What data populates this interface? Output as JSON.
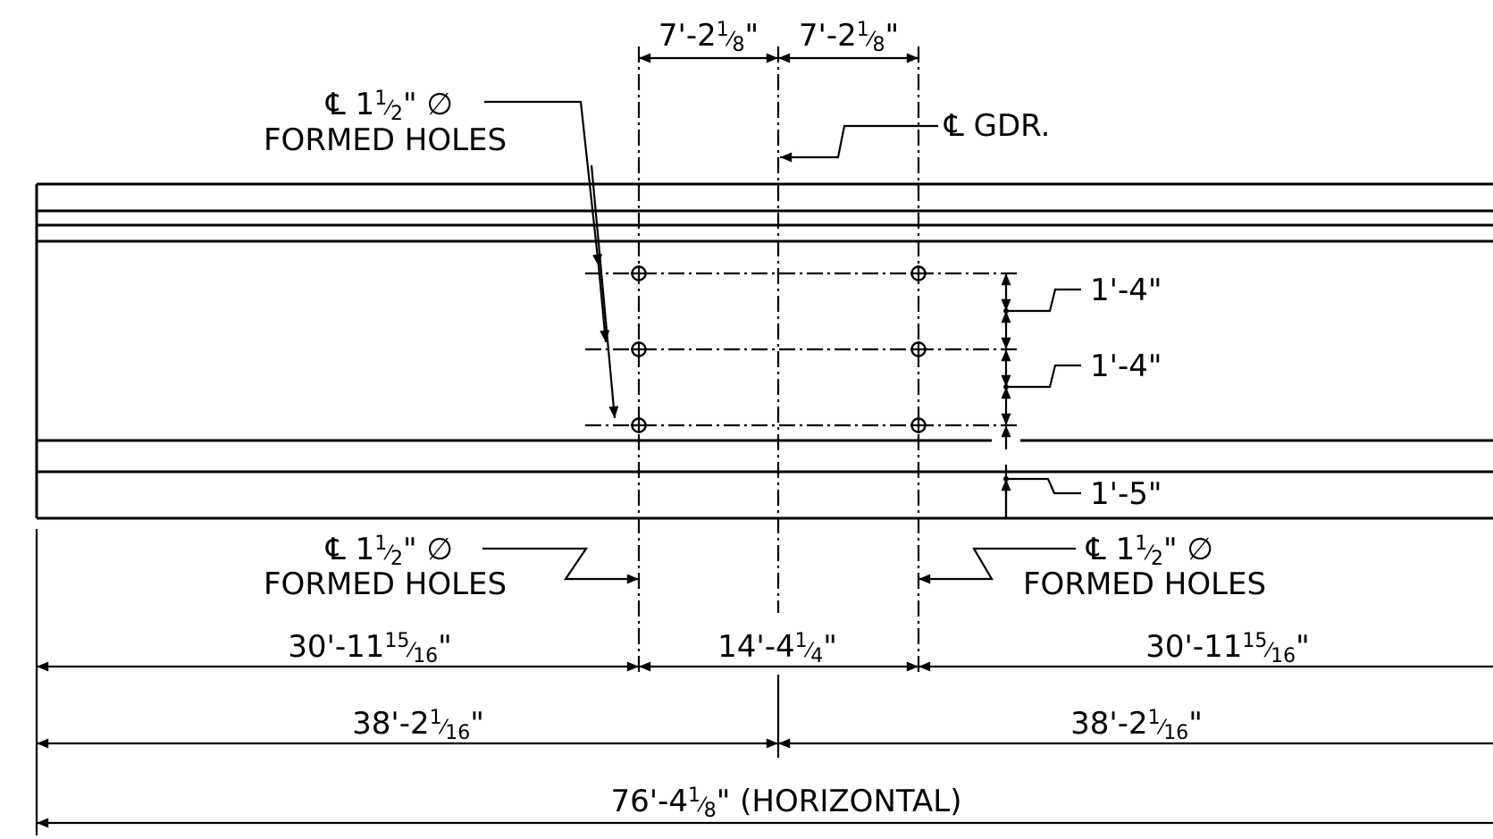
{
  "top_dims": {
    "left": {
      "base": "7'-2",
      "frac_num": "1",
      "frac_den": "8",
      "suffix": "\""
    },
    "right": {
      "base": "7'-2",
      "frac_num": "1",
      "frac_den": "8",
      "suffix": "\""
    }
  },
  "callouts": {
    "cl_symbol": "℄",
    "top_left": {
      "size_base": " 1",
      "frac_num": "1",
      "frac_den": "2",
      "size_suffix": "\" ∅",
      "line2": "FORMED HOLES"
    },
    "gdr": {
      "text": " GDR."
    },
    "bottom_left": {
      "size_base": " 1",
      "frac_num": "1",
      "frac_den": "2",
      "size_suffix": "\" ∅",
      "line2": "FORMED HOLES"
    },
    "bottom_right": {
      "size_base": " 1",
      "frac_num": "1",
      "frac_den": "2",
      "size_suffix": "\" ∅",
      "line2": "FORMED HOLES"
    }
  },
  "vertical_dims": [
    "1'-4\"",
    "1'-4\"",
    "1'-5\""
  ],
  "row1": {
    "left": {
      "base": "30'-11",
      "frac_num": "15",
      "frac_den": "16",
      "suffix": "\""
    },
    "middle": {
      "base": "14'-4",
      "frac_num": "1",
      "frac_den": "4",
      "suffix": "\""
    },
    "right": {
      "base": "30'-11",
      "frac_num": "15",
      "frac_den": "16",
      "suffix": "\""
    }
  },
  "row2": {
    "left": {
      "base": "38'-2",
      "frac_num": "1",
      "frac_den": "16",
      "suffix": "\""
    },
    "right": {
      "base": "38'-2",
      "frac_num": "1",
      "frac_den": "16",
      "suffix": "\""
    }
  },
  "row3": {
    "base": "76'-4",
    "frac_num": "1",
    "frac_den": "8",
    "suffix": "\" (HORIZONTAL)"
  }
}
